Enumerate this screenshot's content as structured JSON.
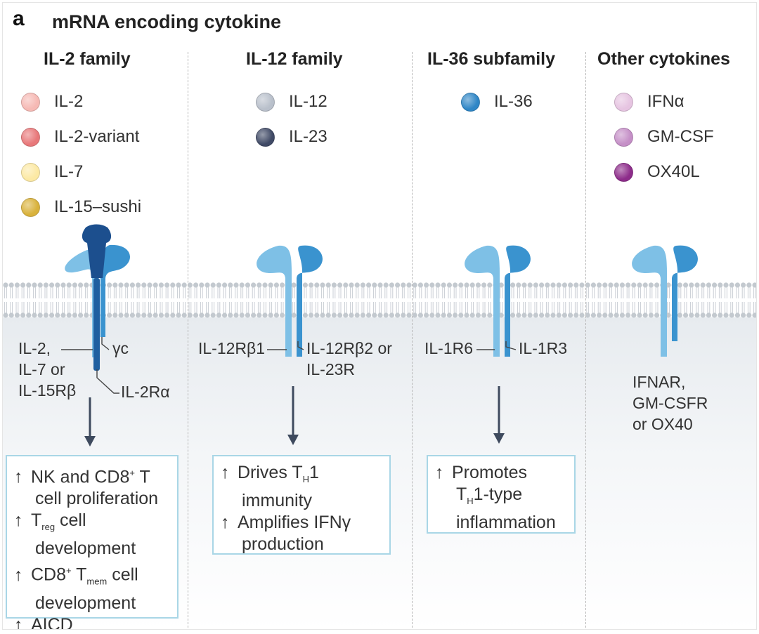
{
  "figure": {
    "panel_letter": "a",
    "title": "mRNA encoding cytokine"
  },
  "columns": [
    {
      "title": "IL-2 family"
    },
    {
      "title": "IL-12 family"
    },
    {
      "title": "IL-36 subfamily"
    },
    {
      "title": "Other cytokines"
    }
  ],
  "legend": {
    "il2_family": [
      {
        "label": "IL-2",
        "color": "#f6b9b4"
      },
      {
        "label": "IL-2-variant",
        "color": "#e8787a"
      },
      {
        "label": "IL-7",
        "color": "#fce9a4"
      },
      {
        "label": "IL-15–sushi",
        "color": "#d9b23c"
      }
    ],
    "il12_family": [
      {
        "label": "IL-12",
        "color": "#b9c0cb"
      },
      {
        "label": "IL-23",
        "color": "#404a66"
      }
    ],
    "il36_subfamily": [
      {
        "label": "IL-36",
        "color": "#2f86c6"
      }
    ],
    "other": [
      {
        "label": "IFNα",
        "color": "#e6c4e1"
      },
      {
        "label": "GM-CSF",
        "color": "#c58fc7"
      },
      {
        "label": "OX40L",
        "color": "#8d2c8a"
      }
    ]
  },
  "receptors": {
    "il2": {
      "left_label": "IL-2,\nIL-7 or\nIL-15Rβ",
      "gamma_label": "γc",
      "alpha_label": "IL-2Rα"
    },
    "il12": {
      "left_label": "IL-12Rβ1",
      "right_label": "IL-12Rβ2 or\nIL-23R"
    },
    "il36": {
      "left_label": "IL-1R6",
      "right_label": "IL-1R3"
    },
    "other": {
      "label": "IFNAR,\nGM-CSFR\nor OX40"
    }
  },
  "effects": {
    "il2": {
      "arrow": "↑",
      "l1": "NK and CD8",
      "l1_sup": "+",
      "l1_end": " T",
      "l2": "cell proliferation",
      "l3_a": "T",
      "l3_sub": "reg",
      "l3_b": " cell",
      "l4": "development",
      "l5_a": "CD8",
      "l5_sup": "+",
      "l5_b": " T",
      "l5_sub": "mem",
      "l5_c": " cell",
      "l6": "development",
      "l7": "AICD"
    },
    "il12": {
      "arrow": "↑",
      "l1_a": "Drives T",
      "l1_sub": "H",
      "l1_b": "1",
      "l2": "immunity",
      "l3": "Amplifies IFNγ",
      "l4": "production"
    },
    "il36": {
      "arrow": "↑",
      "l1": "Promotes",
      "l2_a": "T",
      "l2_sub": "H",
      "l2_b": "1-type",
      "l3": "inflammation"
    }
  },
  "colors": {
    "receptor_light": "#7ec0e6",
    "receptor_mid": "#3a93cf",
    "receptor_dark": "#1f5fa0",
    "ligand_dark": "#1c4f8e",
    "effect_border": "#a9d6e6",
    "arrow": "#3e4a5e"
  }
}
